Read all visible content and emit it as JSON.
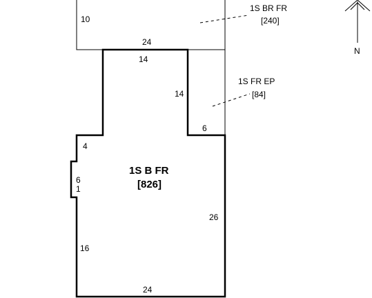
{
  "sketch": {
    "areas": [
      {
        "code": "1S BR FR",
        "area": "[240]"
      },
      {
        "code": "1S FR EP",
        "area": "[84]"
      },
      {
        "code": "1S B FR",
        "area": "[826]"
      }
    ],
    "dimensions": {
      "br_side": "10",
      "br_width": "24",
      "ep_top": "14",
      "ep_side": "14",
      "ep_bottom": "6",
      "bump_top": "4",
      "bump_depth_a": "6",
      "bump_depth_b": "1",
      "right_side": "26",
      "left_side": "16",
      "bottom": "24"
    },
    "north_label": "N"
  }
}
